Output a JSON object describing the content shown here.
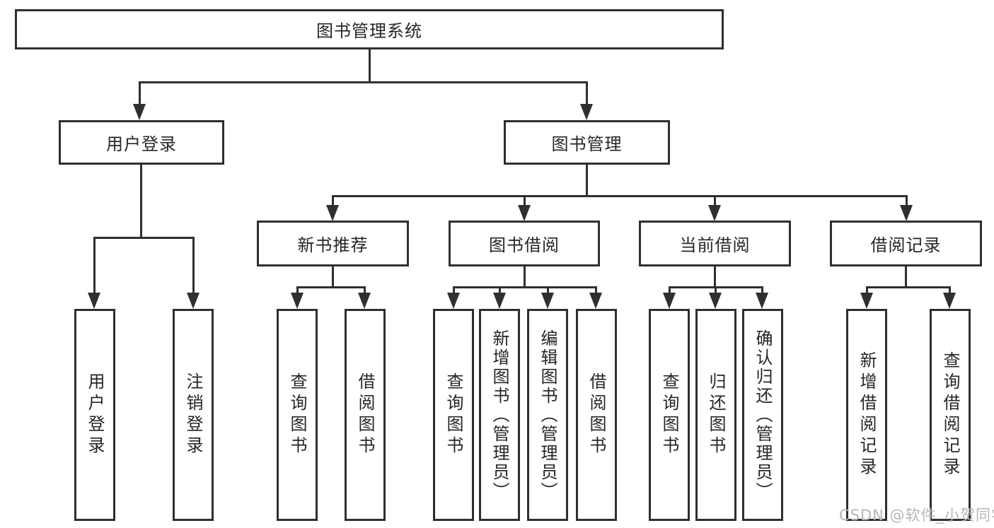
{
  "diagram": {
    "root": {
      "label": "图书管理系统"
    },
    "level2": {
      "user_login": {
        "label": "用户登录"
      },
      "book_management": {
        "label": "图书管理"
      }
    },
    "level3": {
      "new_book_recommend": {
        "label": "新书推荐"
      },
      "book_borrow": {
        "label": "图书借阅"
      },
      "current_borrow": {
        "label": "当前借阅"
      },
      "borrow_records": {
        "label": "借阅记录"
      }
    },
    "leaves": {
      "user_login": {
        "label": "用户登录"
      },
      "logout": {
        "label": "注销登录"
      },
      "query_book_recommend": {
        "label": "查询图书"
      },
      "borrow_book_recommend": {
        "label": "借阅图书"
      },
      "query_book_borrow": {
        "label": "查询图书"
      },
      "add_book_admin": {
        "label": "新增图书（管理员）"
      },
      "edit_book_admin": {
        "label": "编辑图书（管理员）"
      },
      "borrow_book_borrow": {
        "label": "借阅图书"
      },
      "query_book_current": {
        "label": "查询图书"
      },
      "return_book": {
        "label": "归还图书"
      },
      "confirm_return_admin": {
        "label": "确认归还（管理员）"
      },
      "add_borrow_record": {
        "label": "新增借阅记录"
      },
      "query_borrow_record": {
        "label": "查询借阅记录"
      }
    }
  },
  "watermark": {
    "text": "CSDN @软件_小贺同学"
  },
  "colors": {
    "line": "#2f2f2f",
    "text": "#262626",
    "watermark_text": "#b6b6b6",
    "background": "#ffffff"
  }
}
